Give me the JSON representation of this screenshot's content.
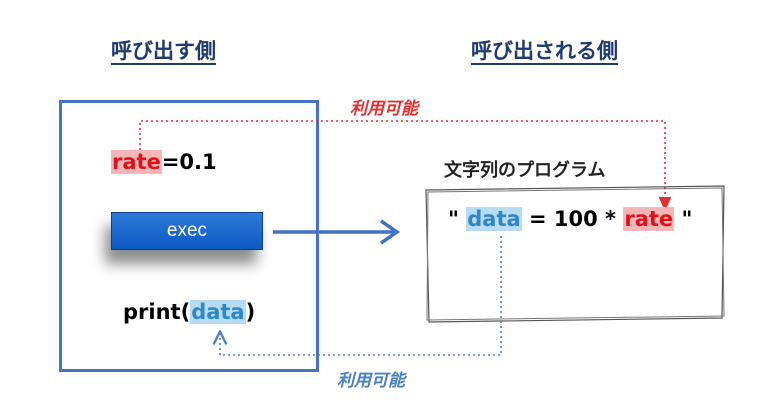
{
  "headings": {
    "caller": "呼び出す側",
    "callee": "呼び出される側"
  },
  "caller": {
    "assign_var": "rate",
    "assign_rest": "=0.1",
    "exec_label": "exec",
    "print_prefix": "print(",
    "print_var": "data",
    "print_suffix": ")"
  },
  "program": {
    "title": "文字列のプログラム",
    "quote_open": "\"",
    "data_var": "data",
    "expr_middle": " = 100 * ",
    "rate_var": "rate",
    "quote_close": " \""
  },
  "labels": {
    "available_top": "利用可能",
    "available_bottom": "利用可能"
  },
  "colors": {
    "red_highlight": "#f4b6b6",
    "red_text": "#e0101a",
    "blue_highlight": "#b7dcf1",
    "blue_text": "#2f86c6",
    "box_border": "#4472c4",
    "arrow_blue": "#4472c4"
  }
}
